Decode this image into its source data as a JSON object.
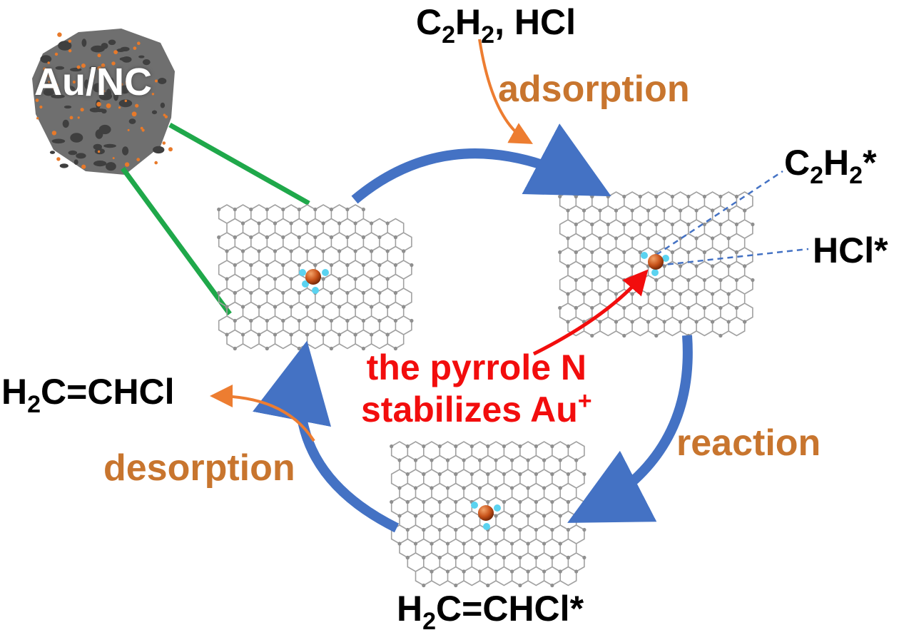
{
  "figure": {
    "catalyst": "Au/NC",
    "reactants": {
      "c": "C",
      "c_sub": "2",
      "h": "H",
      "h_sub": "2",
      "rest": ", HCl"
    },
    "step_adsorption": "adsorption",
    "step_reaction": "reaction",
    "step_desorption": "desorption",
    "adsorbed_c2h2": {
      "c": "C",
      "c_sub": "2",
      "h": "H",
      "h_sub": "2",
      "star": "*"
    },
    "adsorbed_hcl": "HCl*",
    "product": {
      "h": "H",
      "h_sub": "2",
      "rest": "C=CHCl"
    },
    "adsorbed_product": {
      "h": "H",
      "h_sub": "2",
      "rest": "C=CHCl",
      "star": "*"
    },
    "note_line1": "the pyrrole N",
    "note_line2_text": "stabilizes Au",
    "note_line2_sup": "+"
  },
  "colors": {
    "cycle_arrow": "#4472c4",
    "step_arrow": "#ed7d31",
    "red_note": "#f20d0d",
    "connector": "#1fa84a",
    "graphene": "#9a9a9a",
    "au_atom": "#c8531a",
    "nitrogen": "#5bd3f0"
  }
}
